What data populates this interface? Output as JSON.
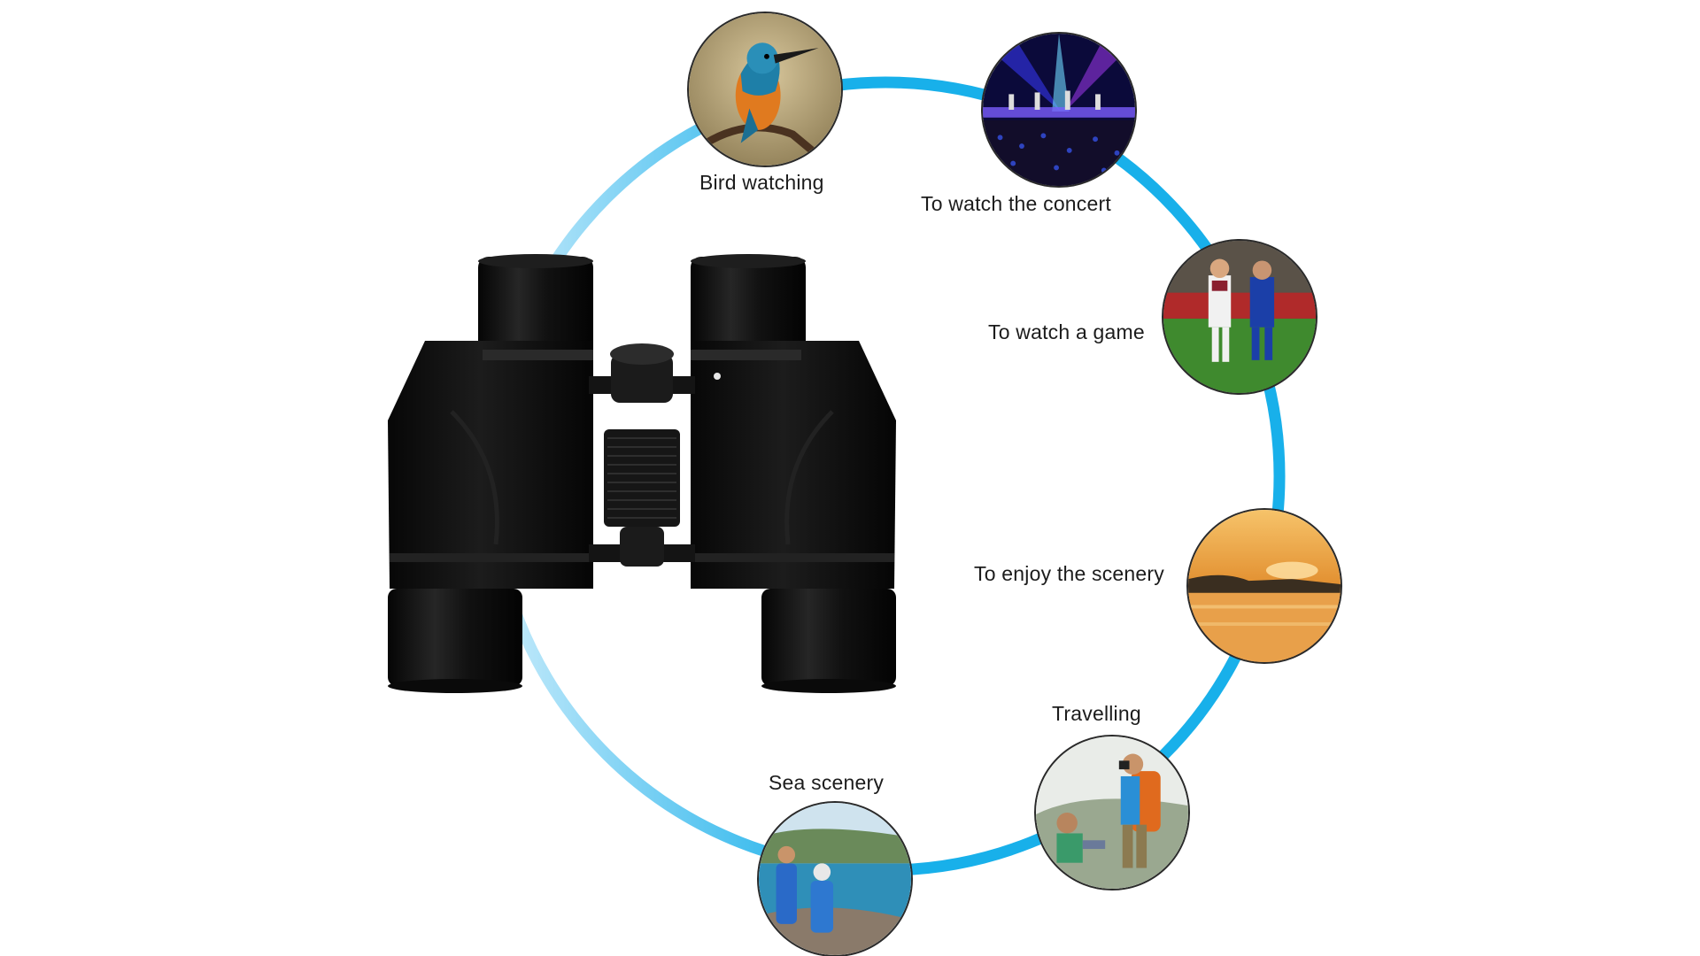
{
  "colors": {
    "ring": "#18b0ea",
    "ring_fade": "#c9ecfb",
    "binocular_body": "#0c0c0c",
    "label_text": "#1c1c1c"
  },
  "uses": [
    {
      "id": "bird",
      "label": "Bird watching",
      "icon": "kingfisher-photo"
    },
    {
      "id": "concert",
      "label": "To watch the concert",
      "icon": "concert-stage-photo"
    },
    {
      "id": "game",
      "label": "To watch a game",
      "icon": "football-match-photo"
    },
    {
      "id": "scenery",
      "label": "To enjoy the scenery",
      "icon": "sunset-lake-photo"
    },
    {
      "id": "travel",
      "label": "Travelling",
      "icon": "hikers-binoculars-photo"
    },
    {
      "id": "sea",
      "label": "Sea scenery",
      "icon": "sea-cliff-photo"
    }
  ],
  "product": {
    "icon": "binoculars-product"
  }
}
